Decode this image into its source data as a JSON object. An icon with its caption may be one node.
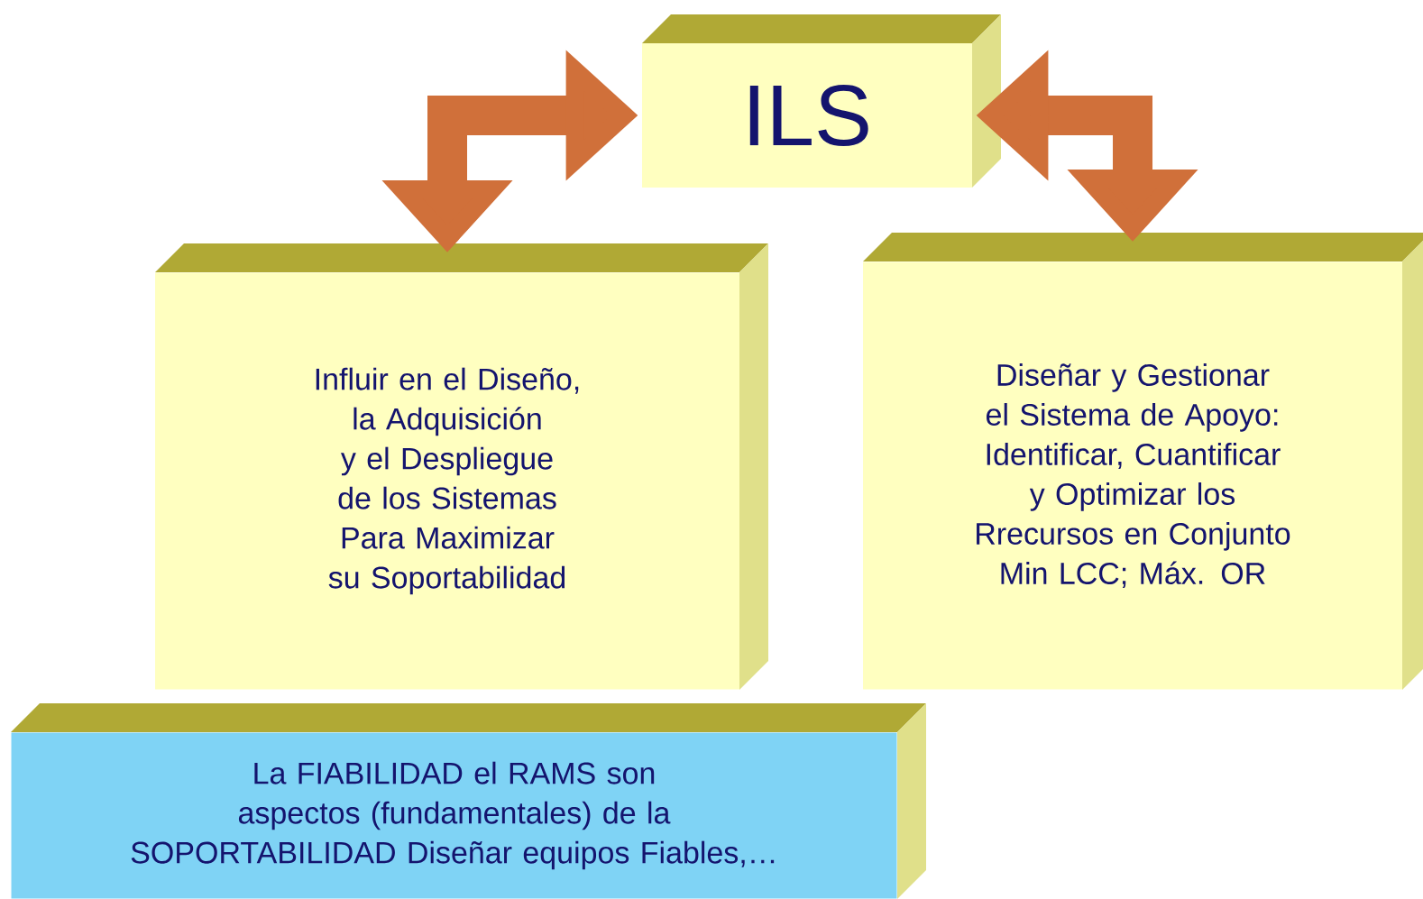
{
  "diagram": {
    "nodes": [
      {
        "text": [
          "ILS"
        ]
      },
      {
        "text": [
          "Influir en el Diseño, la Adquisición y el Despliegue de los Sistemas Para Maximizar su Soportabilidad"
        ]
      },
      {
        "text": [
          "Diseñar y Gestionar el Sistema de Apoyo: Identificar, Cuantificar y Optimizar los Rrecursos en Conjunto Min LCC; Máx. OR"
        ]
      },
      {
        "text": [
          "La FIABILIDAD el RAMS son aspectos (fundamentales) de la SOPORTABILIDAD Diseñar equipos Fiables,…"
        ]
      }
    ],
    "edges": [
      {
        "from": 0,
        "to": 1,
        "arrow": "both"
      },
      {
        "from": 0,
        "to": 2,
        "arrow": "both"
      }
    ]
  }
}
